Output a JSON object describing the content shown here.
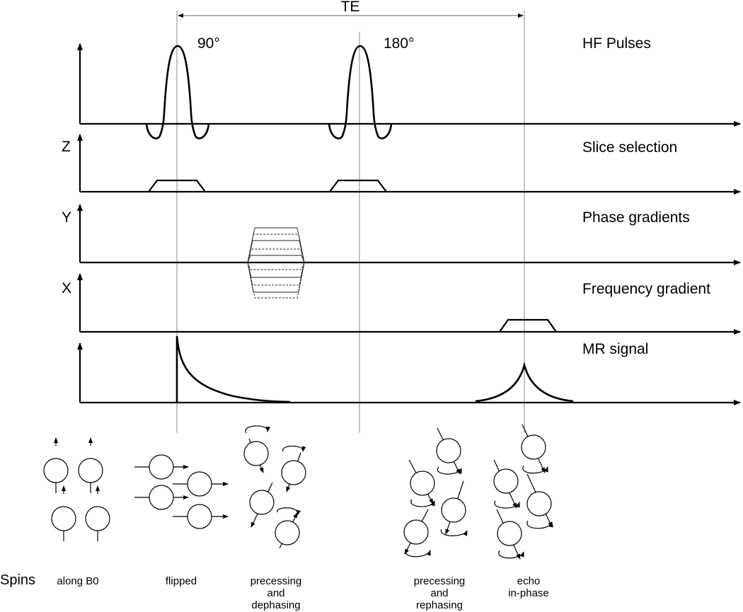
{
  "te_label": "TE",
  "pulse_labels": {
    "p90": "90°",
    "p180": "180°"
  },
  "axis_letters": {
    "z": "Z",
    "y": "Y",
    "x": "X"
  },
  "channels": {
    "hf": "HF Pulses",
    "slice": "Slice selection",
    "phase": "Phase gradients",
    "freq": "Frequency gradient",
    "signal": "MR signal"
  },
  "spins": {
    "title": "Spins",
    "along_b0": "along B0",
    "flipped": "flipped",
    "dephasing": [
      "precessing",
      "and",
      "dephasing"
    ],
    "rephasing": [
      "precessing",
      "and",
      "rephasing"
    ],
    "echo": [
      "echo",
      "in-phase"
    ]
  }
}
